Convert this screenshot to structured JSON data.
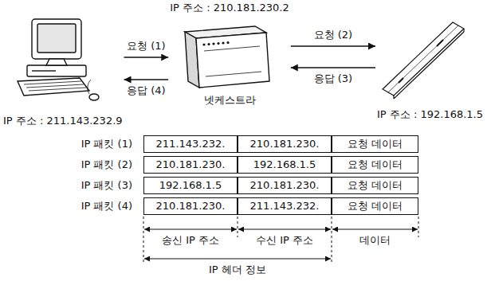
{
  "diagram": {
    "nodes": [
      {
        "text": [
          "IP 주소 : 211.143.232.9"
        ]
      },
      {
        "text": [
          "IP 주소 : 210.181.230.2",
          "넷케스트라"
        ]
      },
      {
        "text": [
          "IP 주소 : 192.168.1.5"
        ]
      }
    ],
    "edges": [
      {
        "from": 0,
        "to": 1,
        "label": "요청 (1)",
        "arrow": "to"
      },
      {
        "from": 1,
        "to": 0,
        "label": "응답 (4)",
        "arrow": "to"
      },
      {
        "from": 1,
        "to": 2,
        "label": "요청 (2)",
        "arrow": "to"
      },
      {
        "from": 2,
        "to": 1,
        "label": "응답 (3)",
        "arrow": "to"
      }
    ],
    "labels": [
      "IP 패킷 (1)",
      "211.143.232.",
      "210.181.230.",
      "요청 데이터",
      "IP 패킷 (2)",
      "210.181.230.",
      "192.168.1.5",
      "요청 데이터",
      "IP 패킷 (3)",
      "192.168.1.5",
      "210.181.230.",
      "요청 데이터",
      "IP 패킷 (4)",
      "210.181.230.",
      "211.143.232.",
      "요청 데이터",
      "송신 IP 주소",
      "수신 IP 주소",
      "데이터",
      "IP 헤더 정보"
    ]
  }
}
